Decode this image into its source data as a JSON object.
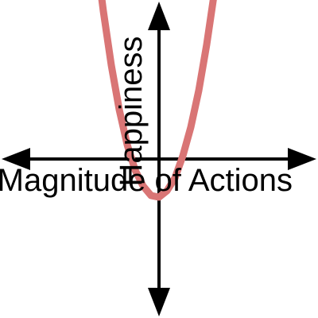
{
  "chart_data": {
    "type": "line",
    "title": "",
    "xlabel": "Magnitude of Actions",
    "ylabel": "Happiness",
    "xlim": [
      -1,
      1
    ],
    "ylim": [
      -1,
      1
    ],
    "grid": false,
    "series": [
      {
        "color": "#d97575",
        "x": [
          -0.4,
          -0.35,
          -0.3,
          -0.25,
          -0.2,
          -0.15,
          -0.1,
          -0.05,
          0,
          0.05,
          0.1,
          0.15,
          0.2,
          0.25,
          0.3,
          0.35,
          0.4
        ],
        "y": [
          1.32,
          0.93,
          0.59,
          0.31,
          0.09,
          -0.07,
          -0.17,
          -0.23,
          -0.24,
          -0.2,
          -0.12,
          0.02,
          0.2,
          0.43,
          0.72,
          1.06,
          1.46
        ]
      }
    ]
  },
  "colors": {
    "axis": "#000000",
    "curve": "#d97575"
  }
}
